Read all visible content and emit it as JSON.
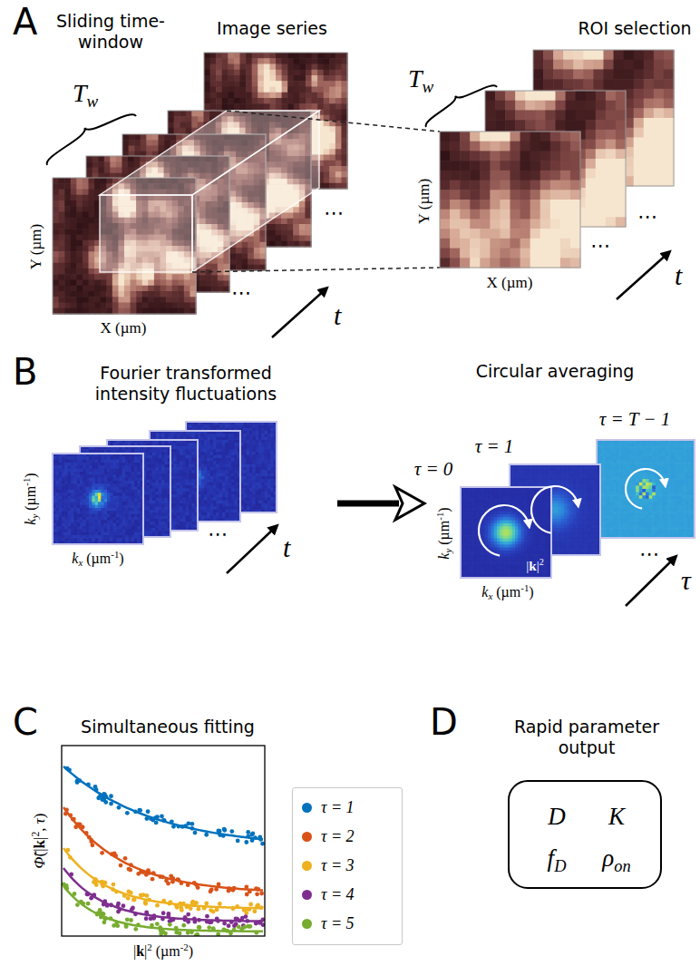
{
  "diagram": {
    "nodes": [
      {
        "text": [
          "Rapid parameter output",
          "D",
          "K",
          "fD",
          "ρon"
        ]
      }
    ],
    "labels": [
      "A",
      "Sliding time-window",
      "Image series",
      "ROI selection",
      "Tw",
      "Y (µm)",
      "X (µm)",
      "t",
      "Tw",
      "Y (µm)",
      "X (µm)",
      "t",
      "⋯",
      "⋯",
      "⋯",
      "⋯",
      "B",
      "Fourier transformed intensity fluctuations",
      "ky (µm-1)",
      "kx (µm-1)",
      "t",
      "⋯",
      "Circular averaging",
      "τ = T − 1",
      "τ = 1",
      "τ = 0",
      "ky (µm-1)",
      "kx (µm-1)",
      "|k|2",
      "⋯",
      "τ",
      "C",
      "Simultaneous fitting",
      "Φ̃(|k|2, τ)",
      "|k|2 (µm-2)",
      "D"
    ],
    "legend": [
      {
        "text": "τ = 1",
        "color": "#0072bd"
      },
      {
        "text": "τ = 2",
        "color": "#d95319"
      },
      {
        "text": "τ = 3",
        "color": "#edb120"
      },
      {
        "text": "τ = 4",
        "color": "#7e2f8e"
      },
      {
        "text": "τ = 5",
        "color": "#77ac30"
      }
    ]
  }
}
